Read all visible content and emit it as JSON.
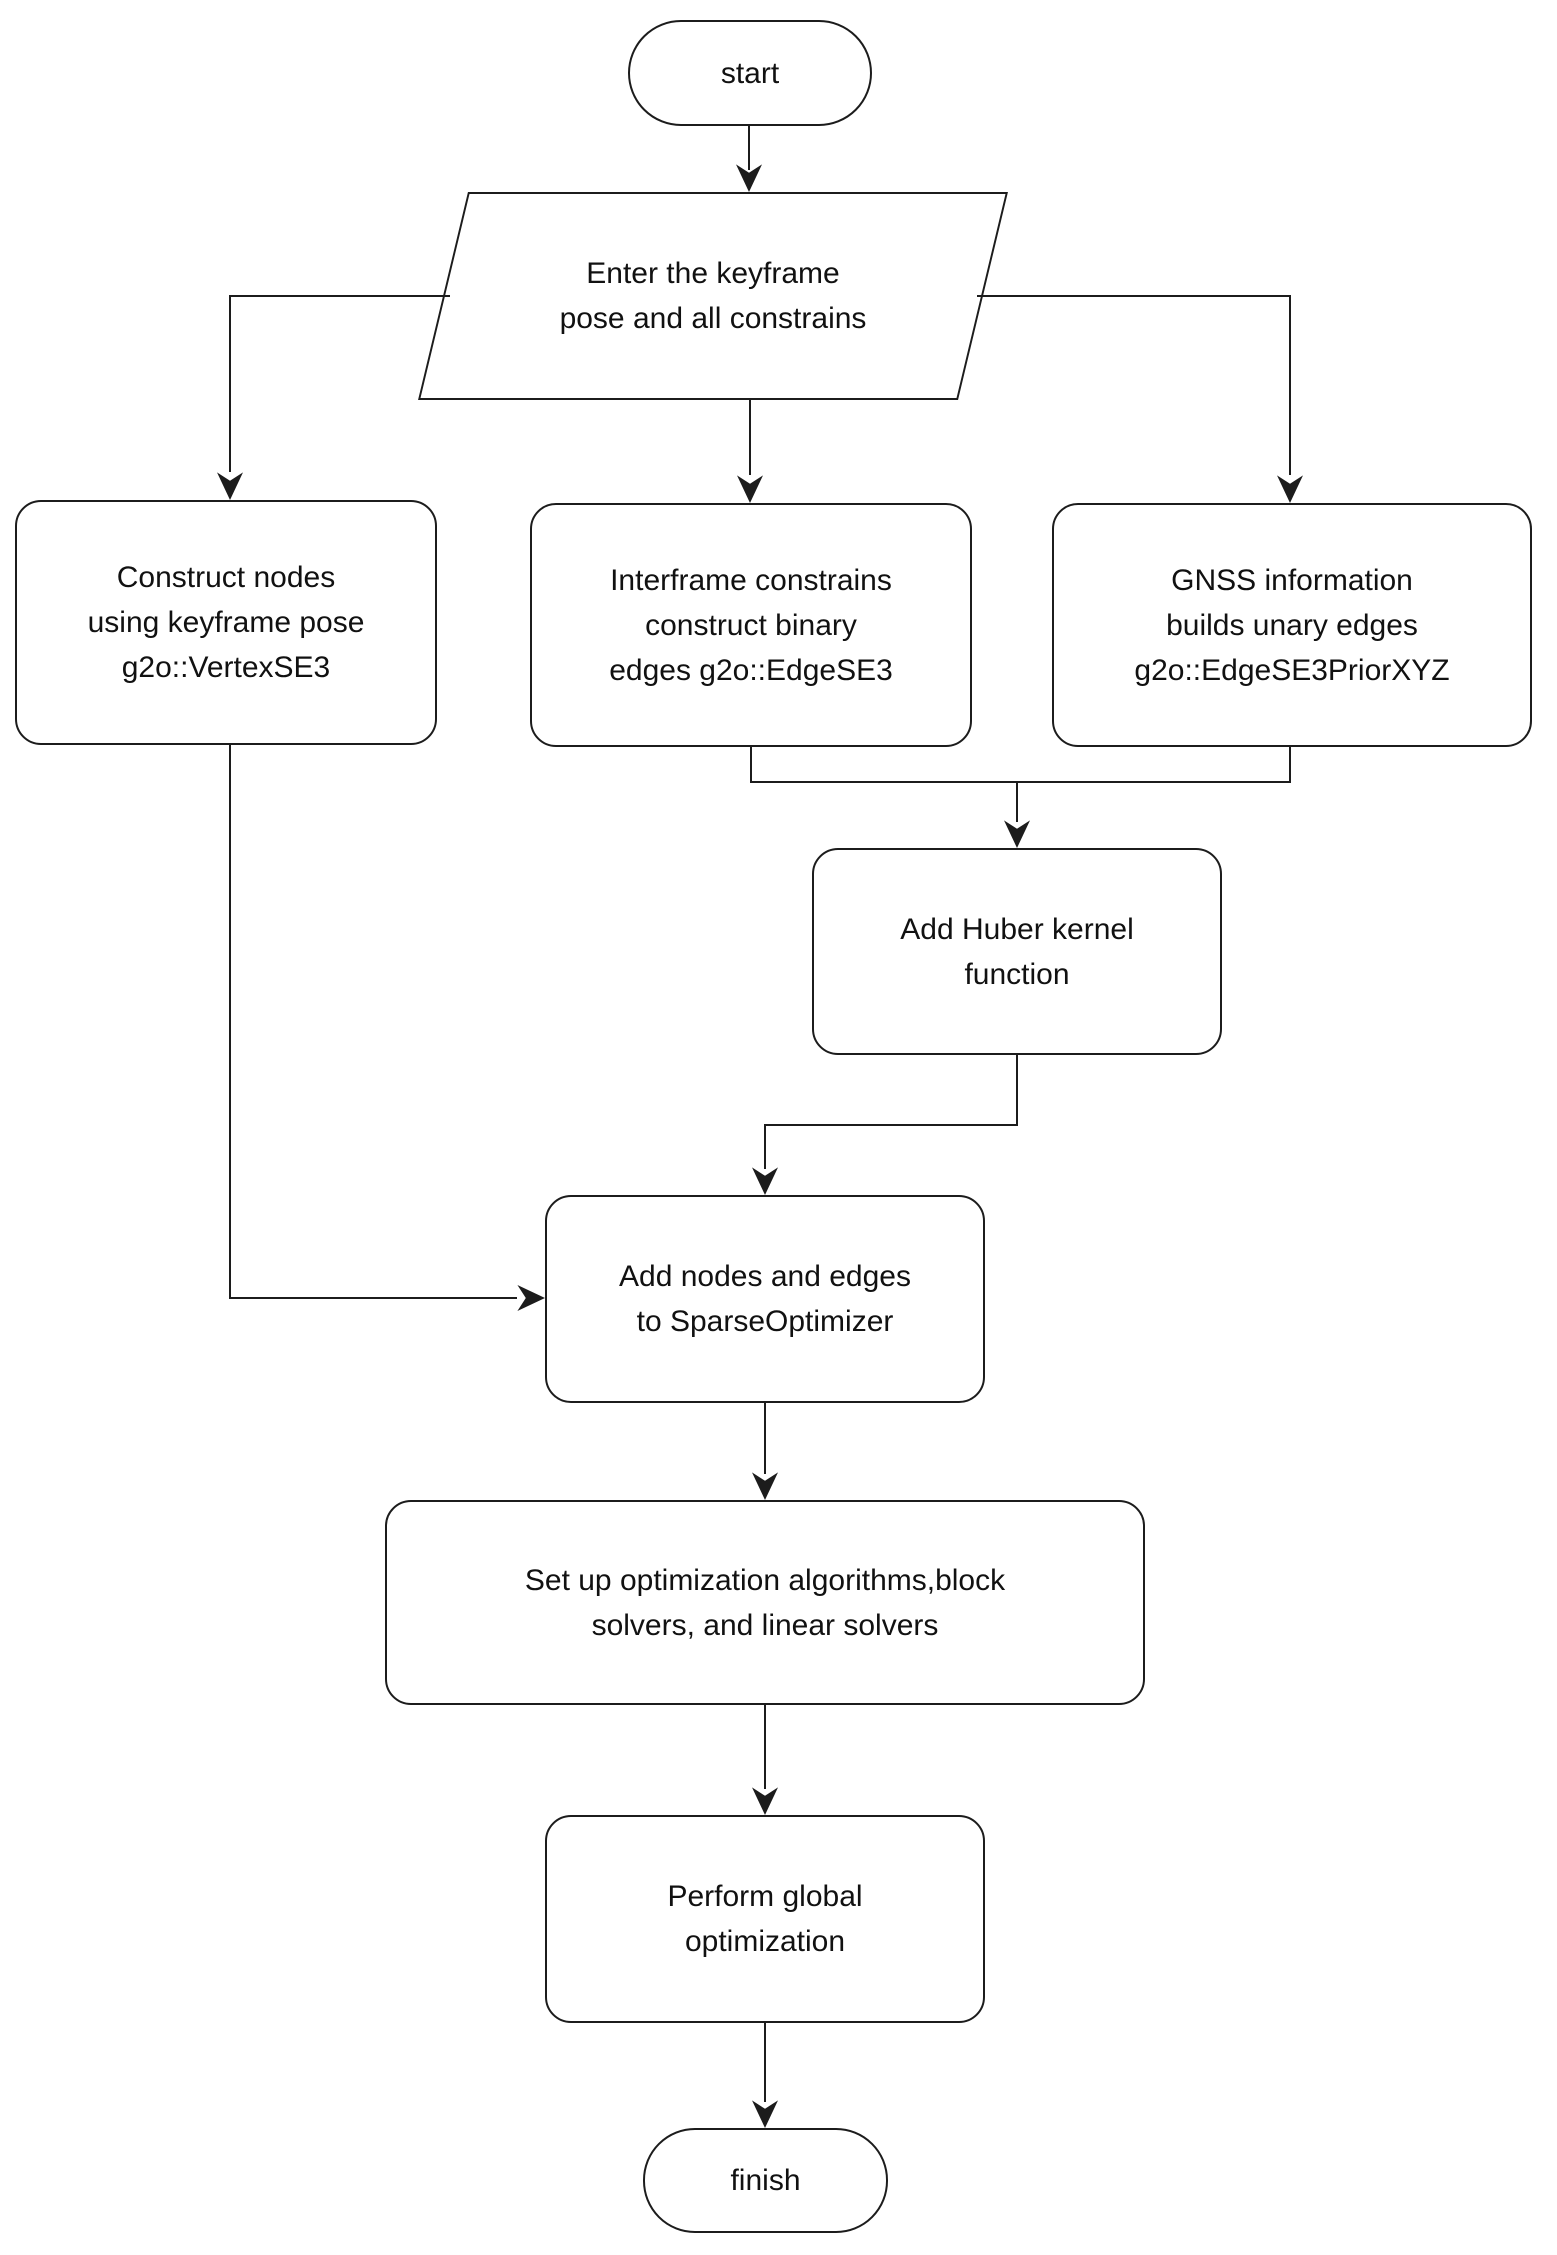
{
  "diagram": {
    "type": "flowchart",
    "colors": {
      "line": "#1c1c1c",
      "background": "#ffffff",
      "text": "#111111"
    }
  },
  "nodes": {
    "start": {
      "shape": "terminator",
      "label": "start"
    },
    "input": {
      "shape": "parallelogram",
      "label": "Enter the keyframe\npose and all constrains"
    },
    "construct_nodes": {
      "shape": "process",
      "label": "Construct nodes\nusing keyframe pose\ng2o::VertexSE3"
    },
    "interframe": {
      "shape": "process",
      "label": "Interframe constrains\nconstruct binary\nedges g2o::EdgeSE3"
    },
    "gnss": {
      "shape": "process",
      "label": "GNSS information\nbuilds unary edges\ng2o::EdgeSE3PriorXYZ"
    },
    "huber": {
      "shape": "process",
      "label": "Add Huber kernel\nfunction"
    },
    "add_to_optimizer": {
      "shape": "process",
      "label": "Add nodes and edges\nto SparseOptimizer"
    },
    "setup": {
      "shape": "process",
      "label": "Set up optimization algorithms,block\nsolvers, and linear solvers"
    },
    "optimize": {
      "shape": "process",
      "label": "Perform global\noptimization"
    },
    "finish": {
      "shape": "terminator",
      "label": "finish"
    }
  },
  "edges": [
    {
      "from": "start",
      "to": "input"
    },
    {
      "from": "input",
      "to": "construct_nodes"
    },
    {
      "from": "input",
      "to": "interframe"
    },
    {
      "from": "input",
      "to": "gnss"
    },
    {
      "from": "interframe",
      "to": "huber"
    },
    {
      "from": "gnss",
      "to": "huber"
    },
    {
      "from": "huber",
      "to": "add_to_optimizer"
    },
    {
      "from": "construct_nodes",
      "to": "add_to_optimizer"
    },
    {
      "from": "add_to_optimizer",
      "to": "setup"
    },
    {
      "from": "setup",
      "to": "optimize"
    },
    {
      "from": "optimize",
      "to": "finish"
    }
  ]
}
